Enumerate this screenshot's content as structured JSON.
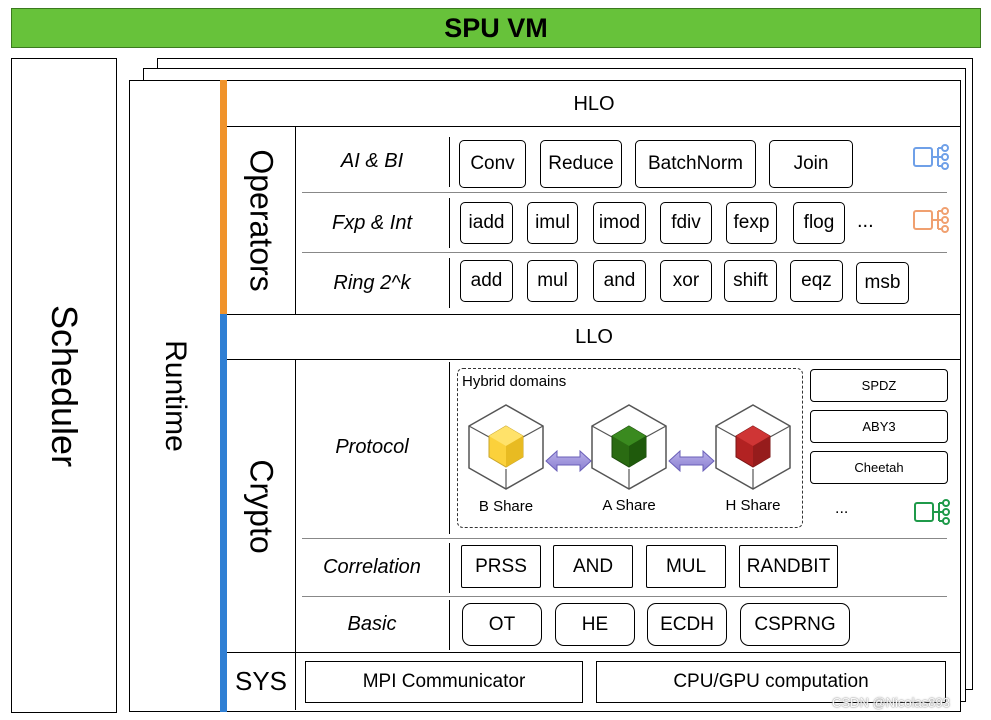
{
  "title": "SPU VM",
  "scheduler_label": "Scheduler",
  "runtime_label": "Runtime",
  "hlo_label": "HLO",
  "llo_label": "LLO",
  "operators": {
    "label": "Operators",
    "rows": [
      {
        "label": "AI & BI",
        "items": [
          "Conv",
          "Reduce",
          "BatchNorm",
          "Join"
        ],
        "ellipsis": ""
      },
      {
        "label": "Fxp & Int",
        "items": [
          "iadd",
          "imul",
          "imod",
          "fdiv",
          "fexp",
          "flog"
        ],
        "ellipsis": "..."
      },
      {
        "label": "Ring 2^k",
        "items": [
          "add",
          "mul",
          "and",
          "xor",
          "shift",
          "eqz",
          "msb"
        ],
        "ellipsis": ""
      }
    ]
  },
  "crypto": {
    "label": "Crypto",
    "protocol_label": "Protocol",
    "hybrid_title": "Hybrid domains",
    "shares": [
      {
        "label": "B Share",
        "color": "#fbd13b"
      },
      {
        "label": "A Share",
        "color": "#2a6b12"
      },
      {
        "label": "H Share",
        "color": "#b22222"
      }
    ],
    "protocols": [
      "SPDZ",
      "ABY3",
      "Cheetah"
    ],
    "protocols_ellipsis": "...",
    "correlation": {
      "label": "Correlation",
      "items": [
        "PRSS",
        "AND",
        "MUL",
        "RANDBIT"
      ]
    },
    "basic": {
      "label": "Basic",
      "items": [
        "OT",
        "HE",
        "ECDH",
        "CSPRNG"
      ]
    }
  },
  "sys": {
    "label": "SYS",
    "items": [
      "MPI Communicator",
      "CPU/GPU computation"
    ]
  },
  "colors": {
    "title_bg": "#67c23a",
    "operators_accent": "#f0932b",
    "crypto_accent": "#2f7fd4",
    "arrow": "#9b8fd6",
    "icon_ai": "#6fa0e8",
    "icon_fxp": "#f0a070",
    "icon_protocol": "#1f9a4a"
  },
  "watermark": "CSDN @Nicolas893"
}
